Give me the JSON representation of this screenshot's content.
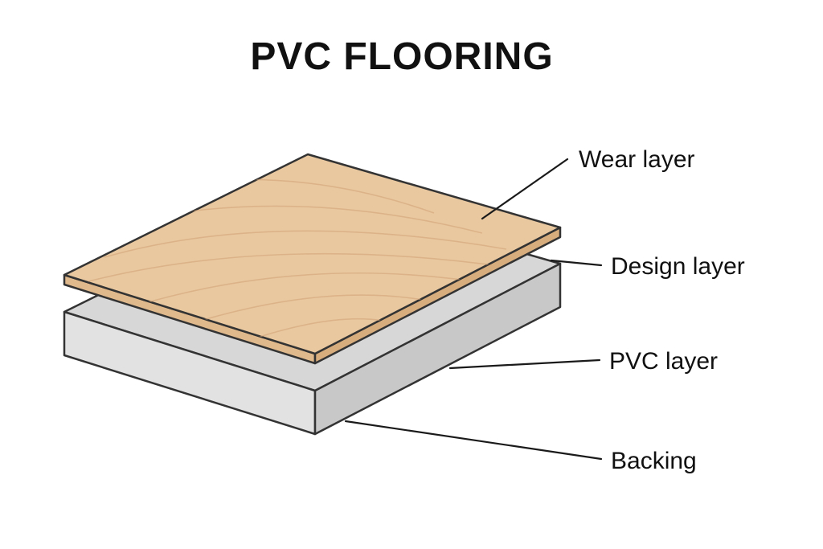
{
  "title": "PVC FLOORING",
  "labels": {
    "wear": {
      "text": "Wear layer"
    },
    "design": {
      "text": "Design layer"
    },
    "pvc": {
      "text": "PVC layer"
    },
    "backing": {
      "text": "Backing"
    }
  },
  "colors": {
    "background": "#ffffff",
    "wood_top": "#e9c8a0",
    "wood_front": "#dfb88c",
    "wood_side": "#d8ad7e",
    "wood_grain": "#d1a377",
    "slab_top": "#d7d7d7",
    "slab_front": "#e2e2e2",
    "slab_side": "#c8c8c8",
    "outline": "#333333",
    "leader_line": "#1a1a1a",
    "text": "#111111"
  }
}
